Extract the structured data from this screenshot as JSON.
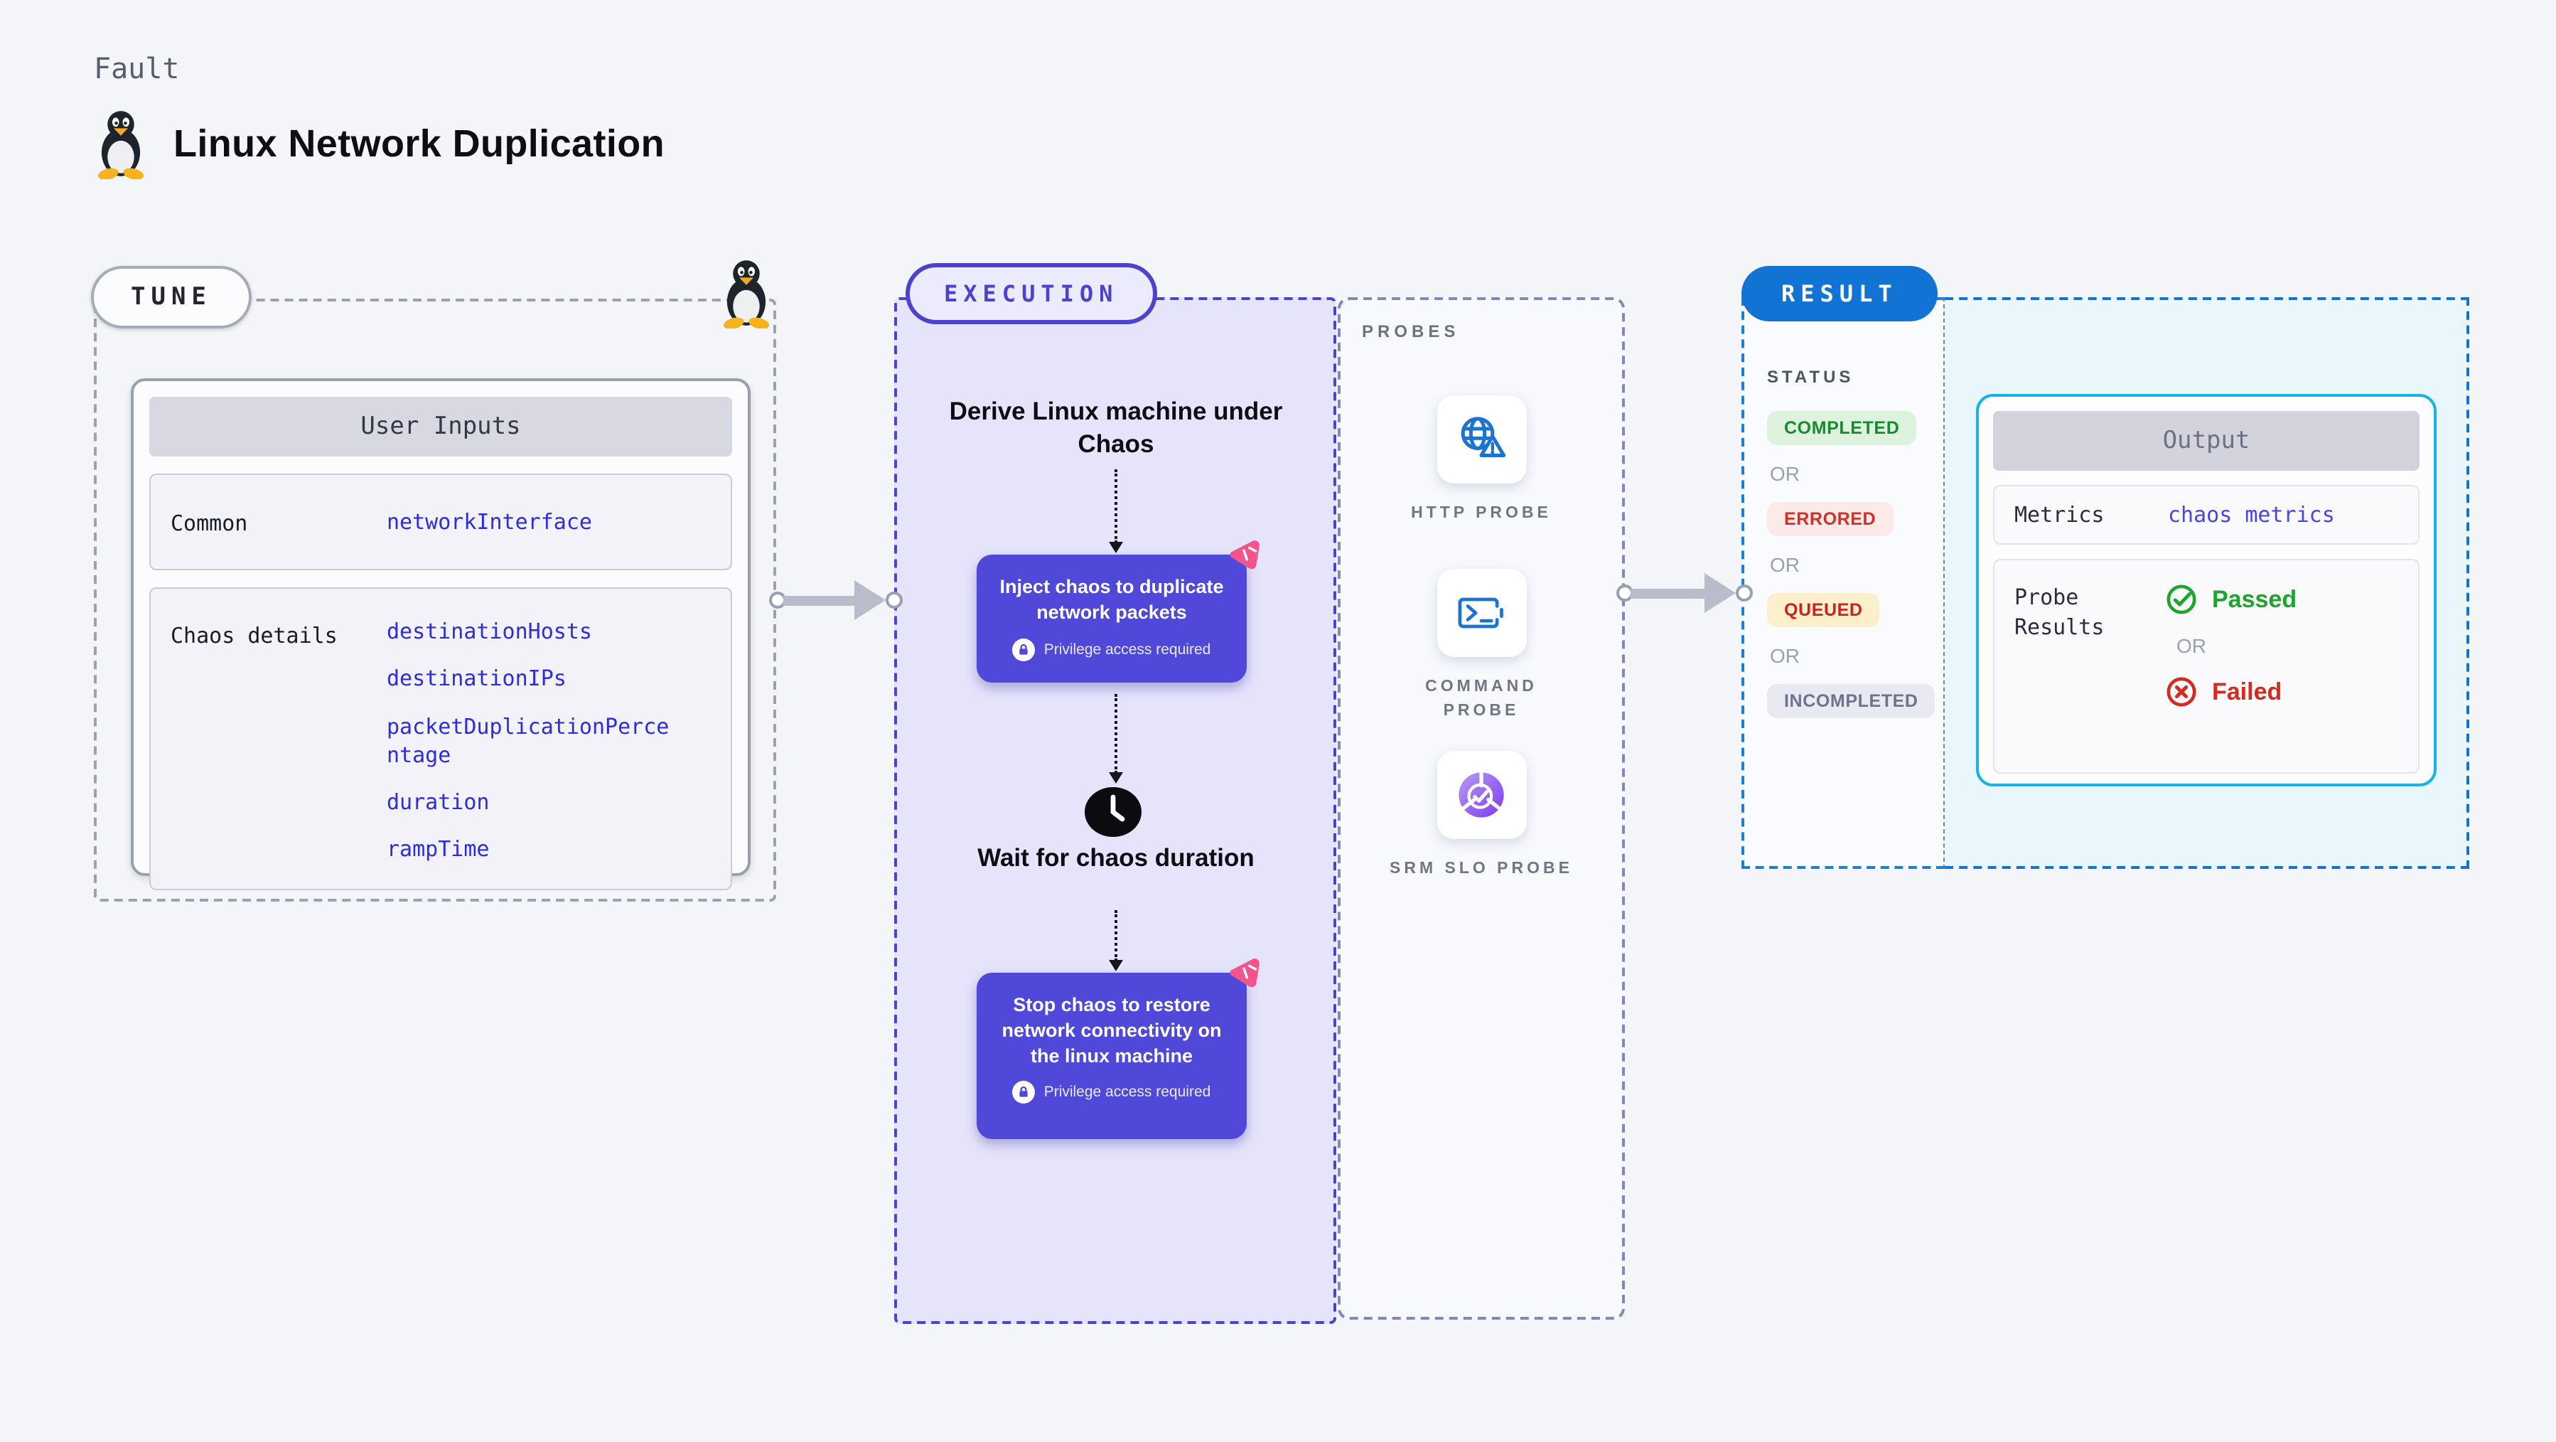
{
  "page": {
    "kicker": "Fault",
    "title": "Linux Network Duplication"
  },
  "colors": {
    "background": "#f4f5f9",
    "execution_accent": "#4c42d0",
    "execution_fill": "#e5e4fb",
    "node_purple": "#4f48d8",
    "chaos_pink": "#f4548c",
    "result_blue": "#1173d3",
    "output_cyan": "#18b2e8",
    "passed_green": "#1ea32c",
    "failed_red": "#d8291e",
    "param_blue": "#2d2ddd"
  },
  "tune": {
    "pill": "TUNE",
    "card_title": "User Inputs",
    "rows": [
      {
        "label": "Common",
        "values": [
          "networkInterface"
        ]
      },
      {
        "label": "Chaos details",
        "values": [
          "destinationHosts",
          "destinationIPs",
          "packetDuplicationPercentage",
          "duration",
          "rampTime"
        ]
      }
    ]
  },
  "execution": {
    "pill": "EXECUTION",
    "derive_title": "Derive Linux machine under Chaos",
    "inject": {
      "title": "Inject chaos to duplicate network packets",
      "badge": "Privilege access required"
    },
    "wait_title": "Wait for chaos duration",
    "stop": {
      "title": "Stop chaos to restore network connectivity on the linux machine",
      "badge": "Privilege access required"
    }
  },
  "probes": {
    "heading": "PROBES",
    "items": [
      {
        "label": "HTTP PROBE",
        "icon": "globe-warning-icon"
      },
      {
        "label": "COMMAND PROBE",
        "icon": "terminal-icon"
      },
      {
        "label": "SRM SLO PROBE",
        "icon": "slo-pie-check-icon"
      }
    ]
  },
  "result": {
    "pill": "RESULT",
    "status_heading": "STATUS",
    "or_label": "OR",
    "statuses": [
      {
        "label": "COMPLETED",
        "kind": "success"
      },
      {
        "label": "ERRORED",
        "kind": "error"
      },
      {
        "label": "QUEUED",
        "kind": "warning"
      },
      {
        "label": "INCOMPLETED",
        "kind": "muted"
      }
    ],
    "output": {
      "title": "Output",
      "metrics_label": "Metrics",
      "metrics_value": "chaos metrics",
      "probe_results_label": "Probe Results",
      "passed_label": "Passed",
      "or_label": "OR",
      "failed_label": "Failed"
    }
  }
}
